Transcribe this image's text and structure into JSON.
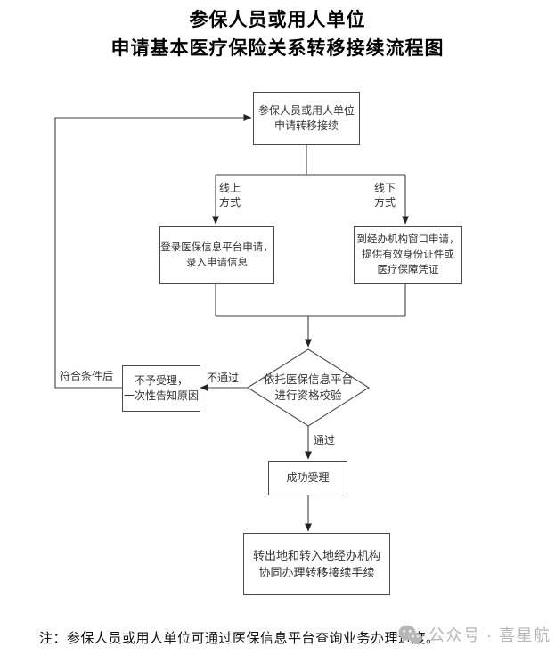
{
  "title": {
    "line1": "参保人员或用人单位",
    "line2": "申请基本医疗保险关系转移接续流程图"
  },
  "nodes": {
    "apply": {
      "lines": [
        "参保人员或用人单位",
        "申请转移接续"
      ]
    },
    "online": {
      "lines": [
        "登录医保信息平台申请，",
        "录入申请信息"
      ]
    },
    "offline": {
      "lines": [
        "到经办机构窗口申请，",
        "提供有效身份证件或",
        "医疗保障凭证"
      ]
    },
    "verify": {
      "lines": [
        "依托医保信息平台",
        "进行资格校验"
      ]
    },
    "reject": {
      "lines": [
        "不予受理，",
        "一次性告知原因"
      ]
    },
    "accept": {
      "lines": [
        "成功受理"
      ]
    },
    "transfer": {
      "lines": [
        "转出地和转入地经办机构",
        "协同办理转移接续手续"
      ]
    }
  },
  "edge_labels": {
    "online_method": [
      "线上",
      "方式"
    ],
    "offline_method": [
      "线下",
      "方式"
    ],
    "qualified": "符合条件后",
    "fail": "不通过",
    "pass": "通过"
  },
  "note": "注：参保人员或用人单位可通过医保信息平台查询业务办理进度。",
  "watermark": {
    "icon": "wechat-icon",
    "text": "公众号 · 喜星航"
  },
  "colors": {
    "line": "#3f3f3f",
    "arrow": "#222222",
    "text": "#333333",
    "watermark": "#b7b7b7",
    "background": "#ffffff"
  }
}
